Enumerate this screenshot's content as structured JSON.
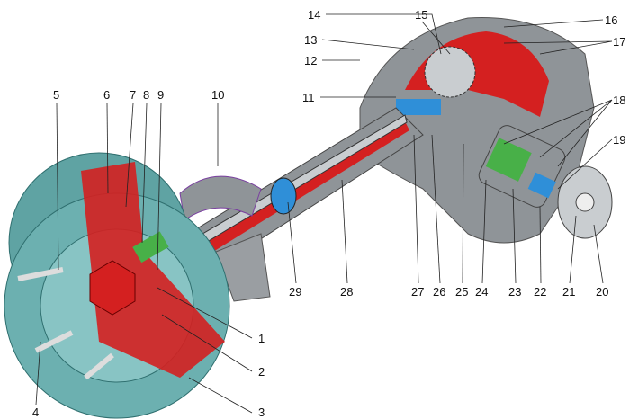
{
  "diagram": {
    "callouts": [
      "1",
      "2",
      "3",
      "4",
      "5",
      "6",
      "7",
      "8",
      "9",
      "10",
      "11",
      "12",
      "13",
      "14",
      "15",
      "16",
      "17",
      "18",
      "19",
      "20",
      "21",
      "22",
      "23",
      "24",
      "25",
      "26",
      "27",
      "28",
      "29"
    ]
  },
  "colors": {
    "housing": "#8f9498",
    "cut": "#d42020",
    "drum": "#5fa3a3",
    "shaft": "#c9cdd0",
    "bearing": "#2f8fd8",
    "gear": "#48b048"
  }
}
